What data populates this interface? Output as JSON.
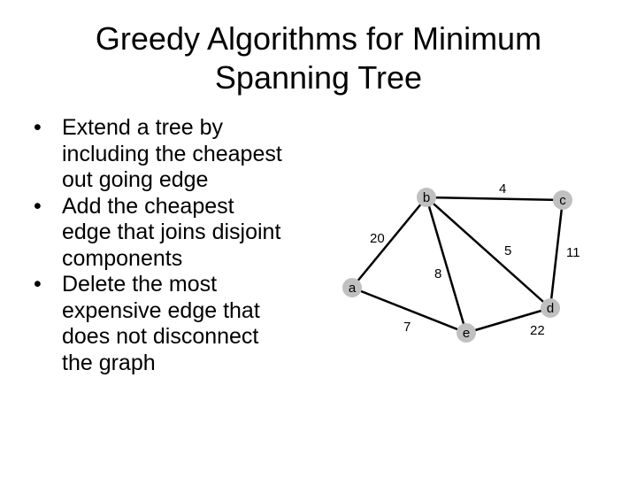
{
  "slide": {
    "title_lines": [
      "Greedy Algorithms for Minimum",
      "Spanning Tree"
    ],
    "bullets": [
      {
        "lines": [
          "Extend a tree by",
          "including the cheapest",
          "out going edge"
        ]
      },
      {
        "lines": [
          "Add the cheapest",
          "edge that joins disjoint",
          "components"
        ]
      },
      {
        "lines": [
          "Delete the most",
          "expensive edge that",
          "does not disconnect",
          "the graph"
        ]
      }
    ],
    "bullet_glyph": "•"
  },
  "graph": {
    "nodes": [
      {
        "id": "a",
        "label": "a"
      },
      {
        "id": "b",
        "label": "b"
      },
      {
        "id": "c",
        "label": "c"
      },
      {
        "id": "d",
        "label": "d"
      },
      {
        "id": "e",
        "label": "e"
      }
    ],
    "edges": [
      {
        "from": "a",
        "to": "b",
        "weight": "20"
      },
      {
        "from": "b",
        "to": "c",
        "weight": "4"
      },
      {
        "from": "b",
        "to": "e",
        "weight": "8"
      },
      {
        "from": "b",
        "to": "d",
        "weight": "5"
      },
      {
        "from": "c",
        "to": "d",
        "weight": "11"
      },
      {
        "from": "a",
        "to": "e",
        "weight": "7"
      },
      {
        "from": "e",
        "to": "d",
        "weight": "22"
      }
    ],
    "colors": {
      "node_fill": "#c0c0c0",
      "edge_stroke": "#000000",
      "text": "#000000"
    }
  }
}
